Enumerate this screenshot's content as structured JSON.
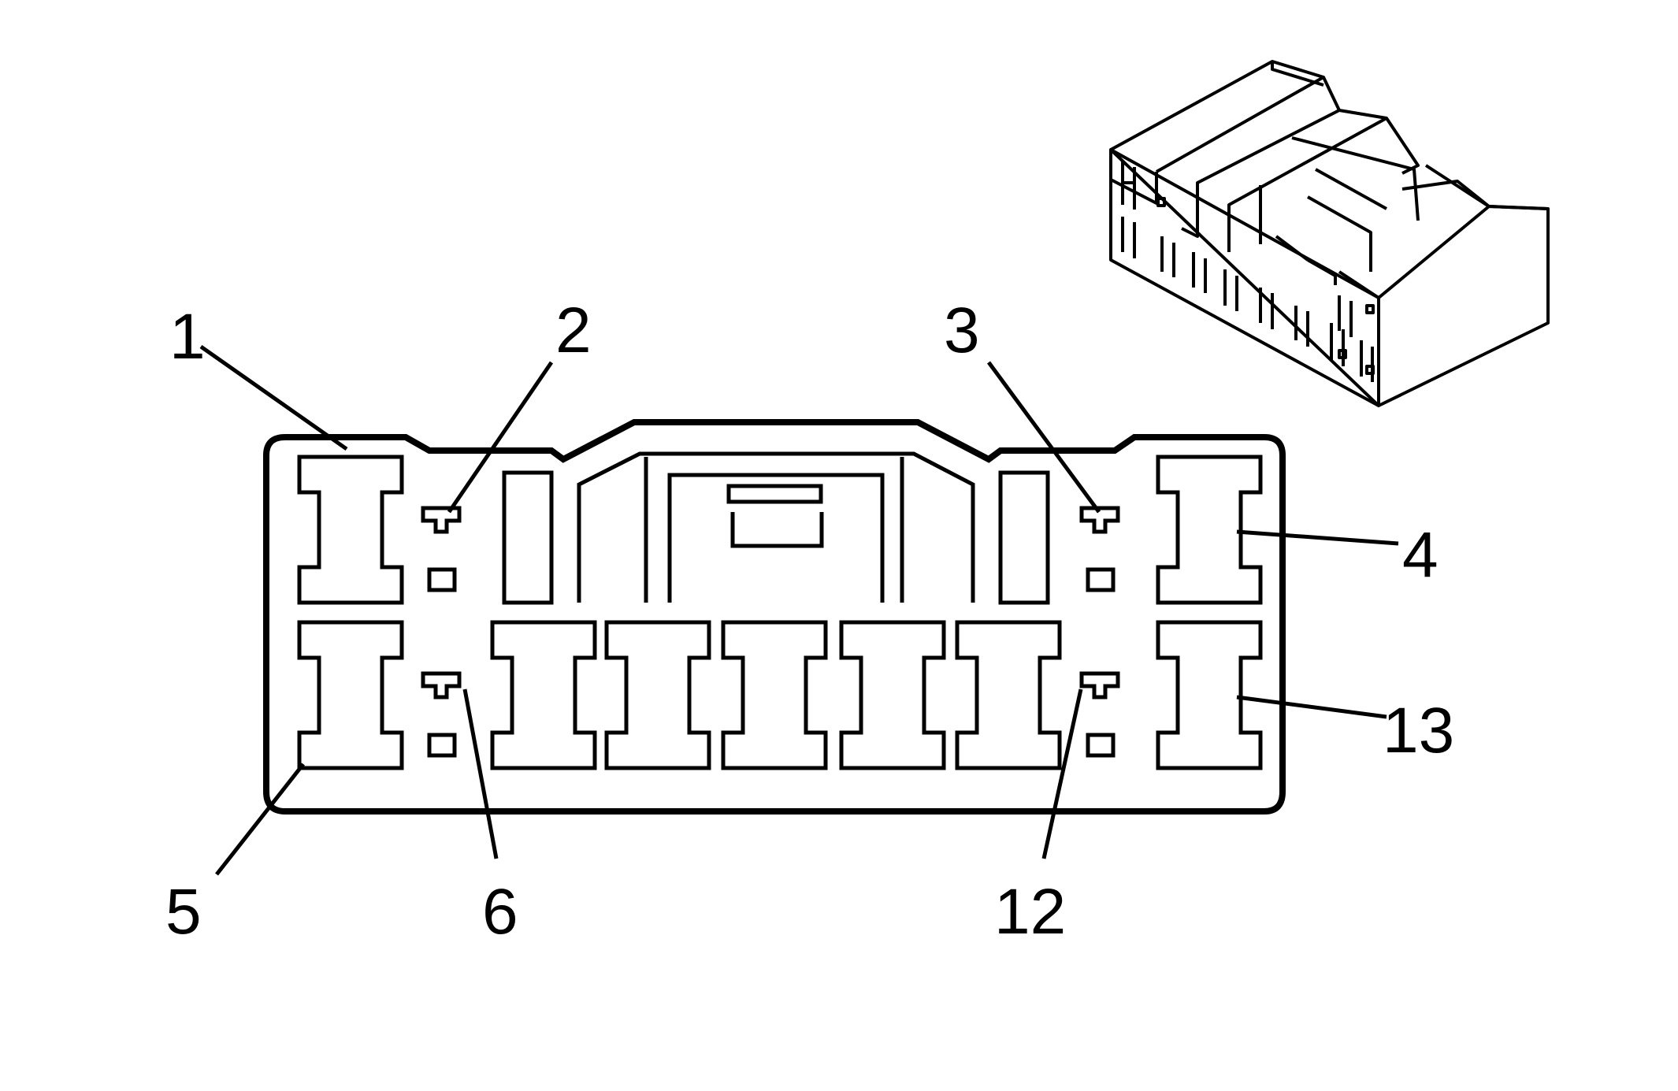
{
  "diagram": {
    "type": "connector-pinout",
    "colors": {
      "line": "#000000",
      "background": "#ffffff"
    },
    "pin_labels": [
      {
        "id": "pin-1",
        "text": "1"
      },
      {
        "id": "pin-2",
        "text": "2"
      },
      {
        "id": "pin-3",
        "text": "3"
      },
      {
        "id": "pin-4",
        "text": "4"
      },
      {
        "id": "pin-5",
        "text": "5"
      },
      {
        "id": "pin-6",
        "text": "6"
      },
      {
        "id": "pin-12",
        "text": "12"
      },
      {
        "id": "pin-13",
        "text": "13"
      }
    ]
  }
}
